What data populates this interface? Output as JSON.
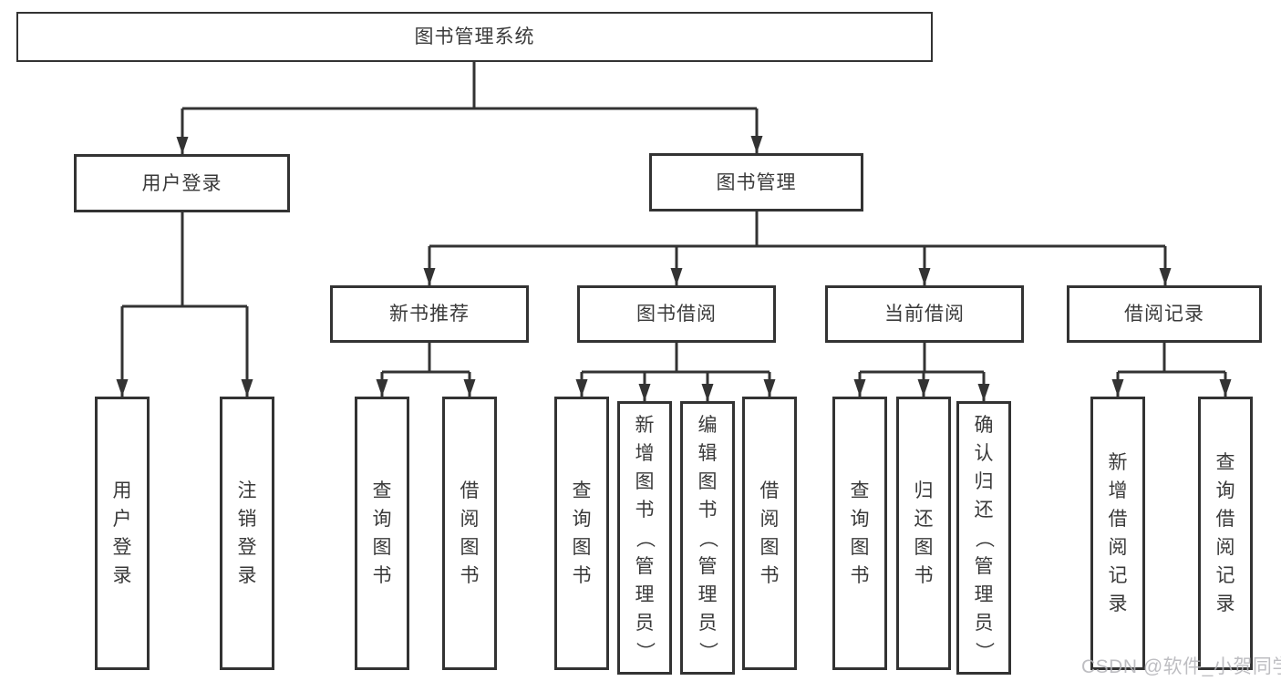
{
  "colors": {
    "line": "#333333",
    "text": "#3a3a3a",
    "bg": "#ffffff",
    "watermark": "#b3b3b8"
  },
  "watermark": "CSDN @软件_小贺同学",
  "nodes": {
    "root": "图书管理系统",
    "user_login": "用户登录",
    "book_mgmt": "图书管理",
    "new_book_rec": "新书推荐",
    "book_borrow": "图书借阅",
    "current_borrow": "当前借阅",
    "borrow_records": "借阅记录",
    "leaf_user_login": "用户登录",
    "leaf_logout": "注销登录",
    "leaf_query_books_rec": "查询图书",
    "leaf_borrow_books_rec": "借阅图书",
    "leaf_query_books_borrow": "查询图书",
    "leaf_add_books_admin": "新增图书（管理员）",
    "leaf_edit_books_admin": "编辑图书（管理员）",
    "leaf_borrow_books": "借阅图书",
    "leaf_query_books_current": "查询图书",
    "leaf_return_books": "归还图书",
    "leaf_confirm_return_admin": "确认归还（管理员）",
    "leaf_add_borrow_record": "新增借阅记录",
    "leaf_query_borrow_record": "查询借阅记录"
  }
}
